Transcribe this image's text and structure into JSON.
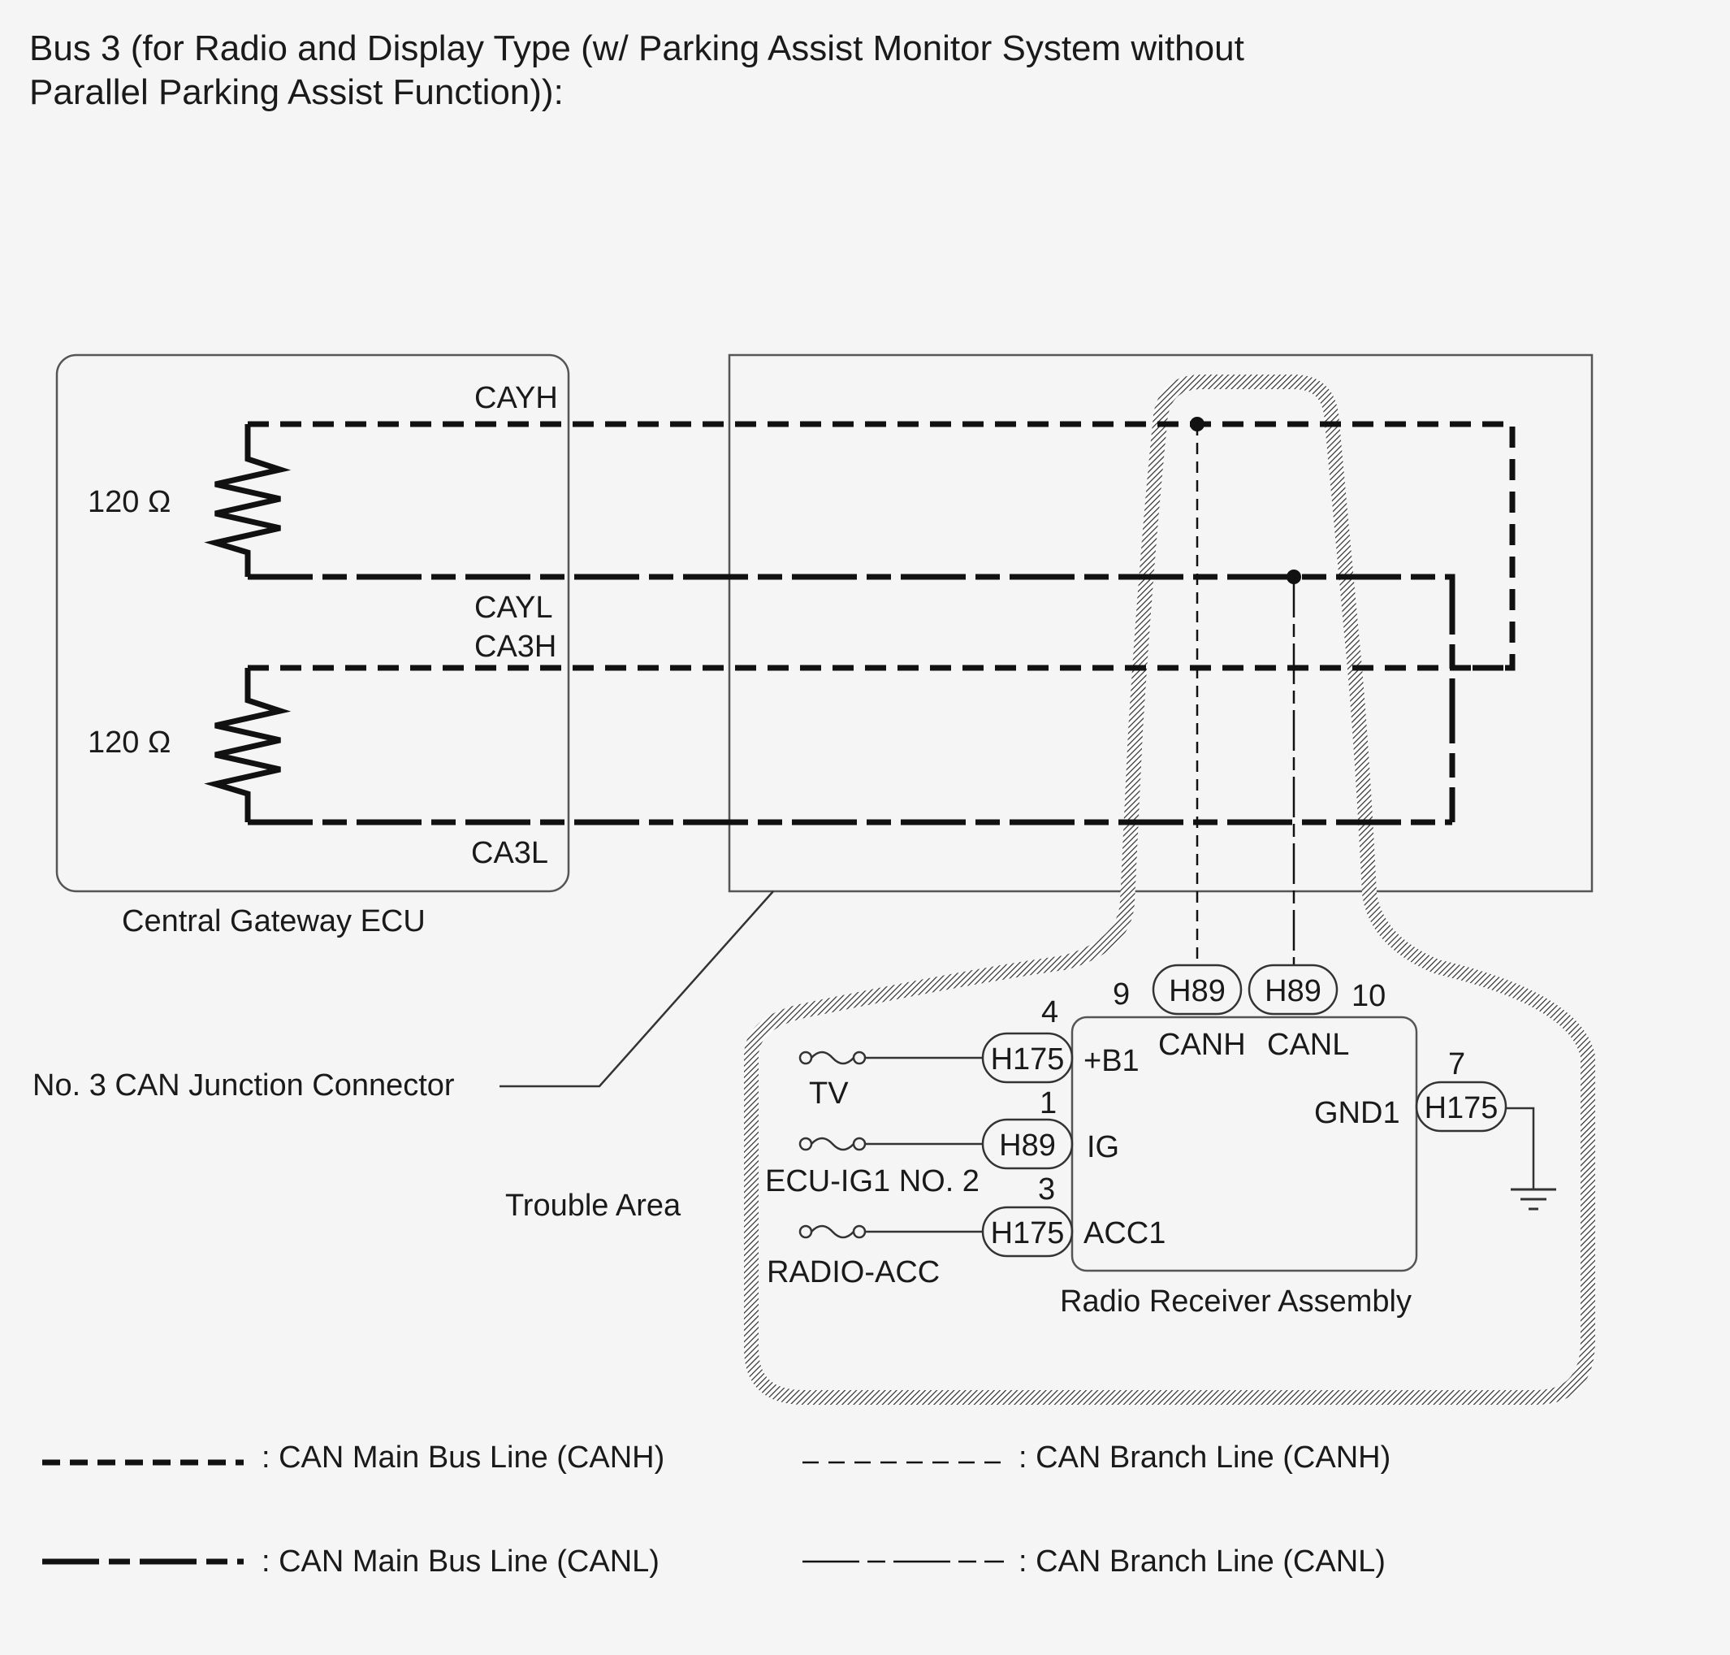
{
  "title": {
    "line1": "Bus 3 (for Radio and Display Type (w/ Parking Assist Monitor System without",
    "line2": "Parallel Parking Assist Function)):"
  },
  "gateway": {
    "name": "Central Gateway ECU",
    "resistor1": "120 Ω",
    "resistor2": "120 Ω",
    "cayh": "CAYH",
    "cayl": "CAYL",
    "ca3h": "CA3H",
    "ca3l": "CA3L"
  },
  "junction": {
    "name": "No. 3 CAN Junction Connector"
  },
  "trouble_area": "Trouble Area",
  "radio": {
    "name": "Radio Receiver Assembly",
    "canh_pin": "9",
    "canl_pin": "10",
    "canh_connector": "H89",
    "canl_connector": "H89",
    "canh": "CANH",
    "canl": "CANL",
    "b1_pin": "4",
    "b1_connector": "H175",
    "b1": "+B1",
    "ig_pin": "1",
    "ig_connector": "H89",
    "ig": "IG",
    "acc_pin": "3",
    "acc_connector": "H175",
    "acc": "ACC1",
    "gnd_pin": "7",
    "gnd_connector": "H175",
    "gnd": "GND1",
    "fuse_tv": "TV",
    "fuse_ecu": "ECU-IG1 NO. 2",
    "fuse_radio": "RADIO-ACC"
  },
  "legend": {
    "main_canh": ": CAN Main Bus Line (CANH)",
    "main_canl": ": CAN Main Bus Line (CANL)",
    "branch_canh": ": CAN Branch Line (CANH)",
    "branch_canl": ": CAN Branch Line (CANL)"
  },
  "icons": [
    "resistor-icon",
    "fuse-icon",
    "ground-icon",
    "junction-dot-icon"
  ]
}
